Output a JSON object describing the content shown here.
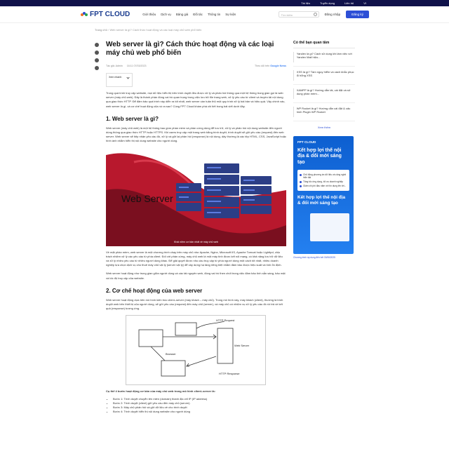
{
  "topbar": {
    "links": [
      "Tài liệu",
      "Tuyển dụng",
      "Liên hệ",
      "VI"
    ]
  },
  "nav": {
    "logo": "FPT CLOUD",
    "menu": [
      "Giới thiệu",
      "Dịch vụ",
      "Bảng giá",
      "Đối tác",
      "Thông tin",
      "Sự kiện"
    ],
    "search_placeholder": "Tìm kiếm",
    "login": "Đăng nhập",
    "signup": "Đăng ký"
  },
  "breadcrumb": {
    "home": "Trang chủ",
    "current": "Web server là gì? Cách thức hoạt động và các loại máy chủ web phổ biến"
  },
  "article": {
    "title": "Web server là gì? Cách thức hoạt động và các loại máy chủ web phổ biến",
    "author": "Tác giả: Admin",
    "date": "16:11 07/03/2023",
    "follow_prefix": "Theo dõi trên",
    "follow_brand": "Google News",
    "toc_label": "Xem nhanh",
    "intro": "Trong quá trình truy cập website, mọi dữ liệu hiển thị trên trình duyệt đều được xử lý và phản hồi thông qua một hệ thống trung gian gọi là web server (máy chủ web). Đây là thành phần đóng vai trò quan trọng trong việc lưu trữ file trang web, xử lý yêu cầu từ client và truyền tải nội dung qua giao thức HTTP. Để đảm bảo quá trình này diễn ra tốt nhất, web server cần tuân thủ một quy trình xử lý bài bản và hiệu quả. Vậy chính xác, web server là gì, và cơ chế hoạt động của nó ra sao? Cùng FPT Cloud khám phá chi tiết trong bài viết dưới đây.",
    "h2_1": "1. Web server là gì?",
    "p1": "Web server (máy chủ web) là một hệ thống bao gồm phần mềm và phần cứng dùng để lưu trữ, xử lý và phản hồi nội dung website đến người dùng thông qua giao thức HTTP hoặc HTTPS. Khi users truy cập một trang web bằng trình duyệt, trình duyệt sẽ gửi yêu cầu (request) đến web server. Web server sẽ tiếp nhận yêu cầu đó, xử lý và gửi lại phản hồi (response) là nội dung, dây thường là các tệp HTML, CSS, JavaScript hoặc hình ảnh nhằm hiển thị nội dung website cho người dùng.",
    "hero_text": "Web Server",
    "hero_caption": "Khái niệm cơ bản nhất về máy chủ web",
    "p2": "Về mặt phần mềm, web server là một chương trình chạy trên máy chủ như Apache, Nginx, Microsoft IIS, Apache Tomcat hoặc Lighttpd, chịu trách nhiệm xử lý các yêu cầu từ phía client. Đối với phần cứng, máy chủ web là một máy tính được kết nối mạng, có khả năng lưu trữ dữ liệu và xử lý nhiều yêu cầu từ nhiều người dùng khác. Để giải quyết được nhu cầu truy cập từ phía người dùng một cách tốt nhất, nhiều doanh nghiệp lựa chọn dịch vụ cho thuê máy chủ vật lý (server vật lý) để xây dựng hạ tầng riêng biệt nhằm đảm bảo được hiệu suất và tính ổn định.",
    "p3": "Web server hoạt động như trung gian giữa người dùng và các tài nguyên web, đóng vai trò then chốt trong việc đảm bảo tính sẵn sàng, bảo mật và tốc độ truy cập của website.",
    "h2_2": "2. Cơ chế hoạt động của web server",
    "p4": "Web server hoạt động dựa trên mô hình kiến trúc client–server (máy khách – máy chủ). Trong mô hình này, máy khách (client), thường là trình duyệt web trên thiết bị của người dùng, sẽ gửi yêu cầu (request) đến máy chủ (server), và máy chủ có nhiệm vụ xử lý yêu cầu đó rồi trả về kết quả (response) tương ứng.",
    "diagram_labels": {
      "request": "HTTP Request",
      "response": "HTTP Response",
      "browser": "Browser",
      "server": "Web Server"
    },
    "steps_intro": "Cụ thể 4 bước hoạt động cơ bản của máy chủ web trong mô hình client–server là:",
    "steps": [
      "Bước 1: Trình duyệt chuyển tên miền (domain) thành địa chỉ IP (IP address)",
      "Bước 2: Trình duyệt (client) gửi yêu cầu đến máy chủ (server)",
      "Bước 3: Máy chủ phản hồi và gửi dữ liệu về cho trình duyệt",
      "Bước 4: Trình duyệt hiển thị nội dung website cho người dùng"
    ]
  },
  "sidebar": {
    "title": "Có thể bạn quan tâm",
    "items": [
      "Yandex là gì? Cách sử dụng khi làm việc với Yandex Mail hiệu...",
      "XSS là gì? Tầm nguy hiểm và cách khắc phục lỗ hổng XSS",
      "XAMPP là gì? Hướng dẫn tải, cài đặt và sử dụng phần mềm...",
      "WP Rocket là gì? Hướng dẫn cài đặt & cấu hình Plugin WP Rocket"
    ],
    "more": "Xem thêm",
    "ad": {
      "logo": "FPT CLOUD",
      "title": "Kết hợp lợi thế nội địa & dối mới sáng tạo",
      "bullets": [
        "Chủ động phương án dữ liệu và công nghệ hiện đại",
        "Tăng tốc ứng dụng, tối ưu doanh nghiệp",
        "Giảm chi phí đầu năm với tín dụng lên tới..."
      ],
      "title2": "Kết hợp lợi thế nội địa & đổi mới sáng tạo",
      "note": "Chương trình áp dụng đến hết 30/06/2025"
    }
  }
}
